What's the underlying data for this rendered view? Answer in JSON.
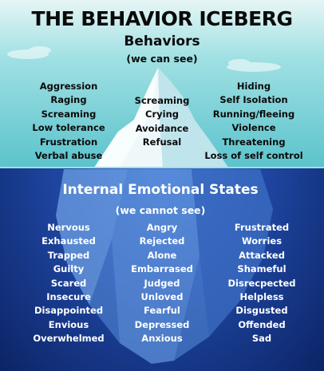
{
  "title": "THE BEHAVIOR ICEBERG",
  "top_section": {
    "heading": "Behaviors",
    "subheading": "(we can see)",
    "left_column": [
      "Aggression",
      "Raging",
      "Screaming",
      "Low tolerance",
      "Frustration",
      "Verbal abuse"
    ],
    "center_column": [
      "Screaming",
      "Crying",
      "Avoidance",
      "Refusal"
    ],
    "right_column": [
      "Hiding",
      "Self Isolation",
      "Running/fleeing",
      "Violence",
      "Threatening",
      "Loss of self control"
    ]
  },
  "bottom_section": {
    "heading": "Internal Emotional States",
    "subheading": "(we cannot see)",
    "left_column": [
      "Nervous",
      "Exhausted",
      "Trapped",
      "Guilty",
      "Scared",
      "Insecure",
      "Disappointed",
      "Envious",
      "Overwhelmed"
    ],
    "center_column": [
      "Angry",
      "Rejected",
      "Alone",
      "Embarrased",
      "Judged",
      "Unloved",
      "Fearful",
      "Depressed",
      "Anxious"
    ],
    "right_column": [
      "Frustrated",
      "Worries",
      "Attacked",
      "Shameful",
      "Disrecpected",
      "Helpless",
      "Disgusted",
      "Offended",
      "Sad"
    ]
  },
  "colors": {
    "sky_top": "#e6f5f5",
    "sky_bottom": "#5cc3cc",
    "water_top": "#3d6fd0",
    "water_bottom": "#0c2466",
    "iceberg": "#eaf6f8",
    "title_text": "#0a0a0a",
    "underwater_text": "#ffffff"
  }
}
